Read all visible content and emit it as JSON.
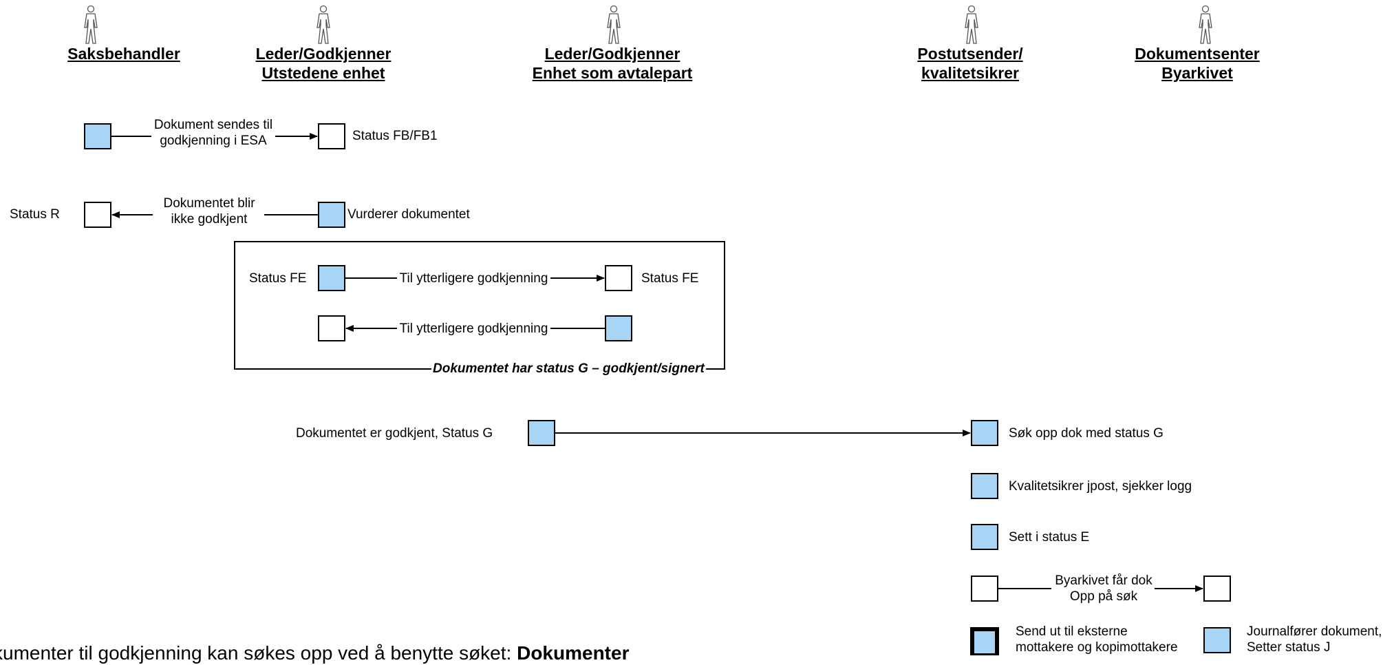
{
  "roles": [
    {
      "id": "saksbehandler",
      "line1": "Saksbehandler",
      "line2": ""
    },
    {
      "id": "leder-utstedende",
      "line1": "Leder/Godkjenner",
      "line2": "Utstedene enhet"
    },
    {
      "id": "leder-avtalepart",
      "line1": "Leder/Godkjenner",
      "line2": "Enhet som avtalepart"
    },
    {
      "id": "postutsender",
      "line1": "Postutsender/",
      "line2": "kvalitetsikrer"
    },
    {
      "id": "dokumentsenter",
      "line1": "Dokumentsenter",
      "line2": "Byarkivet"
    }
  ],
  "labels": {
    "send_to_approval_1": "Dokument sendes til",
    "send_to_approval_2": "godkjenning i ESA",
    "status_fb": "Status FB/FB1",
    "status_r": "Status R",
    "not_approved_1": "Dokumentet blir",
    "not_approved_2": "ikke godkjent",
    "evaluates": "Vurderer dokumentet",
    "status_fe_left": "Status FE",
    "further_approval_1": "Til ytterligere godkjenning",
    "status_fe_right": "Status FE",
    "further_approval_2": "Til ytterligere godkjenning",
    "frame_caption": "Dokumentet har  status G – godkjent/signert",
    "approved_status_g": "Dokumentet er godkjent, Status G",
    "search_status_g": "Søk opp dok med status G",
    "quality_check": "Kvalitetsikrer jpost, sjekker logg",
    "set_status_e": "Sett i status E",
    "byarkivet_gets_1": "Byarkivet får dok",
    "byarkivet_gets_2": "Opp på søk",
    "send_external_1": "Send ut til eksterne",
    "send_external_2": "mottakere og kopimottakere",
    "register_1": "Journalfører dokument,",
    "register_2": "Setter status J"
  },
  "footer": {
    "text": "kumenter til godkjenning kan søkes opp ved å benytte søket: ",
    "bold": "Dokumenter"
  },
  "colors": {
    "active_box": "#a8d4f5",
    "inactive_box": "#ffffff",
    "stroke": "#000000"
  },
  "icons": {
    "actor": "person-outline-icon"
  }
}
